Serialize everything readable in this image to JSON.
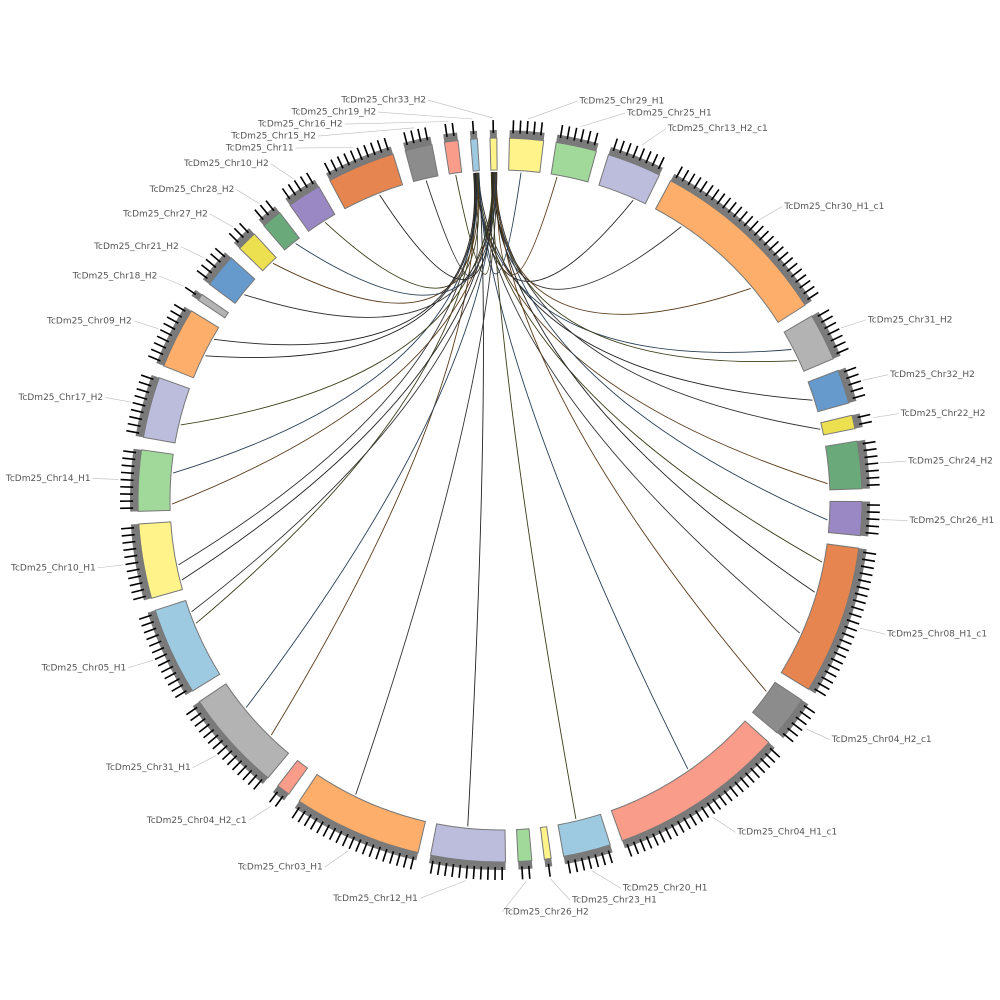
{
  "chart_data": {
    "type": "chord",
    "title": "",
    "tick_interval": 100,
    "segments": [
      {
        "name": "TcDm25_Chr29_H1",
        "length": 500,
        "color": "#fff38a"
      },
      {
        "name": "TcDm25_Chr25_H1",
        "length": 600,
        "color": "#a1d99b"
      },
      {
        "name": "TcDm25_Chr13_H2_c1",
        "length": 800,
        "color": "#bcbddc"
      },
      {
        "name": "TcDm25_Chr30_H1_c1",
        "length": 2700,
        "color": "#fdae6b"
      },
      {
        "name": "TcDm25_Chr31_H2",
        "length": 700,
        "color": "#b3b3b3"
      },
      {
        "name": "TcDm25_Chr32_H2",
        "length": 500,
        "color": "#6699cc"
      },
      {
        "name": "TcDm25_Chr22_H2",
        "length": 200,
        "color": "#ece050"
      },
      {
        "name": "TcDm25_Chr24_H2",
        "length": 700,
        "color": "#6aaa7a"
      },
      {
        "name": "TcDm25_Chr26_H1",
        "length": 500,
        "color": "#9a88c4"
      },
      {
        "name": "TcDm25_Chr08_H1_c1",
        "length": 2200,
        "color": "#e6854f"
      },
      {
        "name": "TcDm25_Chr04_H2_c1",
        "length": 600,
        "color": "#8c8c8c"
      },
      {
        "name": "TcDm25_Chr04_H1_c1",
        "length": 2600,
        "color": "#f99c89"
      },
      {
        "name": "TcDm25_Chr20_H1",
        "length": 700,
        "color": "#9ecae1"
      },
      {
        "name": "TcDm25_Chr23_H1",
        "length": 100,
        "color": "#fff38a"
      },
      {
        "name": "TcDm25_Chr26_H2",
        "length": 200,
        "color": "#a1d99b"
      },
      {
        "name": "TcDm25_Chr12_H1",
        "length": 1100,
        "color": "#bcbddc"
      },
      {
        "name": "TcDm25_Chr03_H1",
        "length": 1900,
        "color": "#fdae6b"
      },
      {
        "name": "TcDm25_Chr04_H2_c1",
        "length": 200,
        "color": "#f99c89"
      },
      {
        "name": "TcDm25_Chr31_H1",
        "length": 1500,
        "color": "#b3b3b3"
      },
      {
        "name": "TcDm25_Chr05_H1",
        "length": 1300,
        "color": "#9ecae1"
      },
      {
        "name": "TcDm25_Chr10_H1",
        "length": 1100,
        "color": "#fff38a"
      },
      {
        "name": "TcDm25_Chr14_H1",
        "length": 900,
        "color": "#a1d99b"
      },
      {
        "name": "TcDm25_Chr17_H2",
        "length": 900,
        "color": "#bcbddc"
      },
      {
        "name": "TcDm25_Chr09_H2",
        "length": 900,
        "color": "#fdae6b"
      },
      {
        "name": "TcDm25_Chr18_H2",
        "length": 100,
        "color": "#b3b3b3"
      },
      {
        "name": "TcDm25_Chr21_H2",
        "length": 500,
        "color": "#6699cc"
      },
      {
        "name": "TcDm25_Chr27_H2",
        "length": 300,
        "color": "#ece050"
      },
      {
        "name": "TcDm25_Chr28_H2",
        "length": 300,
        "color": "#6aaa7a"
      },
      {
        "name": "TcDm25_Chr10_H2",
        "length": 500,
        "color": "#9a88c4"
      },
      {
        "name": "TcDm25_Chr11",
        "length": 1000,
        "color": "#e6854f"
      },
      {
        "name": "TcDm25_Chr15_H2",
        "length": 400,
        "color": "#8c8c8c"
      },
      {
        "name": "TcDm25_Chr16_H2",
        "length": 200,
        "color": "#f99c89"
      },
      {
        "name": "TcDm25_Chr19_H2",
        "length": 100,
        "color": "#9ecae1"
      },
      {
        "name": "TcDm25_Chr33_H2",
        "length": 100,
        "color": "#fff38a"
      }
    ],
    "links": [
      [
        32,
        50,
        2,
        600
      ],
      [
        33,
        40,
        3,
        500
      ],
      [
        33,
        60,
        3,
        2000
      ],
      [
        32,
        30,
        4,
        300
      ],
      [
        33,
        20,
        4,
        500
      ],
      [
        32,
        80,
        5,
        300
      ],
      [
        33,
        70,
        6,
        100
      ],
      [
        32,
        20,
        7,
        600
      ],
      [
        33,
        50,
        8,
        300
      ],
      [
        32,
        60,
        9,
        300
      ],
      [
        33,
        30,
        9,
        800
      ],
      [
        32,
        40,
        9,
        1500
      ],
      [
        33,
        80,
        10,
        200
      ],
      [
        32,
        70,
        11,
        1200
      ],
      [
        33,
        10,
        12,
        400
      ],
      [
        32,
        90,
        15,
        600
      ],
      [
        33,
        90,
        16,
        1200
      ],
      [
        32,
        10,
        18,
        400
      ],
      [
        33,
        55,
        18,
        1000
      ],
      [
        32,
        45,
        19,
        900
      ],
      [
        33,
        35,
        20,
        150
      ],
      [
        32,
        25,
        20,
        400
      ],
      [
        33,
        65,
        21,
        100
      ],
      [
        32,
        55,
        21,
        600
      ],
      [
        33,
        25,
        22,
        300
      ],
      [
        32,
        35,
        23,
        400
      ],
      [
        33,
        45,
        25,
        200
      ],
      [
        32,
        65,
        26,
        200
      ],
      [
        33,
        75,
        27,
        200
      ],
      [
        32,
        75,
        28,
        300
      ],
      [
        33,
        15,
        29,
        600
      ],
      [
        32,
        15,
        30,
        200
      ],
      [
        33,
        85,
        1,
        100
      ],
      [
        32,
        85,
        0,
        200
      ],
      [
        33,
        5,
        31,
        100
      ],
      [
        32,
        5,
        23,
        700
      ],
      [
        33,
        95,
        19,
        1100
      ]
    ]
  }
}
